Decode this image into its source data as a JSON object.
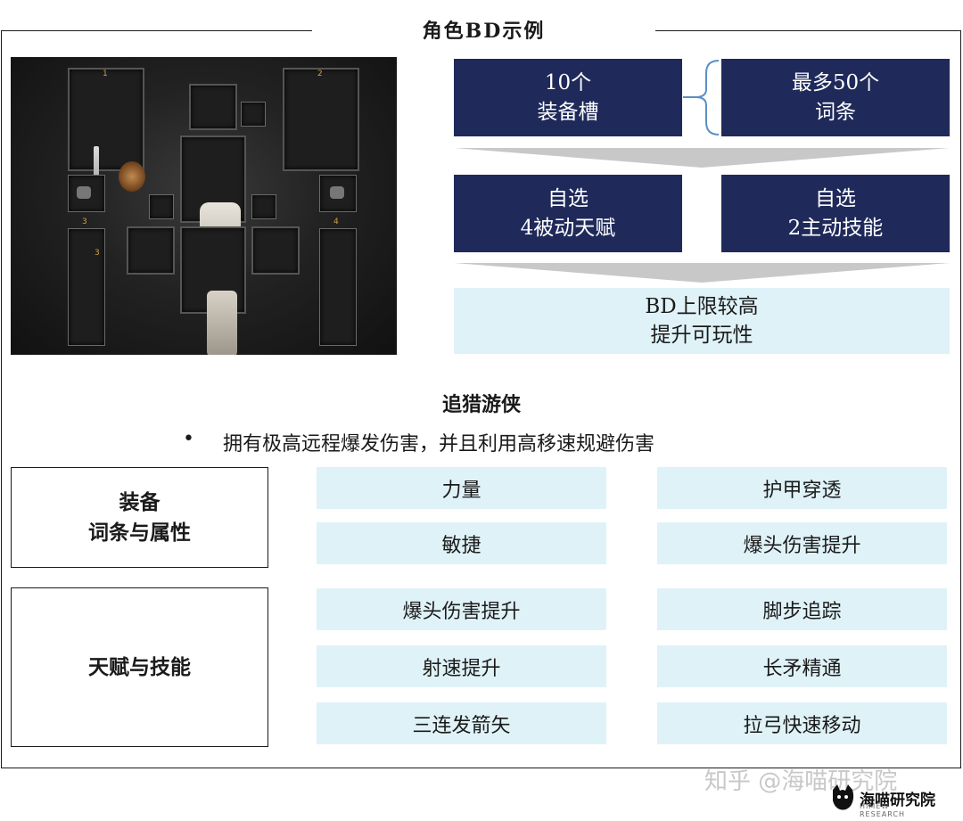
{
  "title": "角色BD示例",
  "flow": {
    "row1": {
      "left": [
        "10个",
        "装备槽"
      ],
      "right": [
        "最多50个",
        "词条"
      ]
    },
    "row2": {
      "left": [
        "自选",
        "4被动天赋"
      ],
      "right": [
        "自选",
        "2主动技能"
      ]
    },
    "result": [
      "BD上限较高",
      "提升可玩性"
    ]
  },
  "screenshot": {
    "slot_numbers": [
      "1",
      "2",
      "3",
      "4",
      "3"
    ]
  },
  "class_name": "追猎游侠",
  "bullet": {
    "marker": "•",
    "text": "拥有极高远程爆发伤害，并且利用高移速规避伤害"
  },
  "sections": [
    {
      "label": [
        "装备",
        "词条与属性"
      ],
      "cells": [
        "力量",
        "护甲穿透",
        "敏捷",
        "爆头伤害提升"
      ]
    },
    {
      "label": [
        "天赋与技能"
      ],
      "cells": [
        "爆头伤害提升",
        "脚步追踪",
        "射速提升",
        "长矛精通",
        "三连发箭矢",
        "拉弓快速移动"
      ]
    }
  ],
  "watermark": "知乎 @海喵研究院",
  "logo": {
    "name": "海喵研究院",
    "sub": "HIMEW RESEARCH"
  },
  "colors": {
    "dark_box": "#1f2a5a",
    "light_box": "#dff2f8",
    "arrow": "#c8c8c8"
  }
}
